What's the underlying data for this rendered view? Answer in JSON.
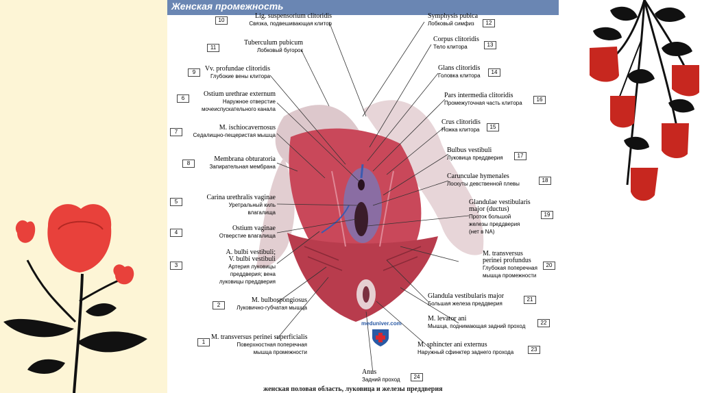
{
  "title": "Женская промежность",
  "caption": "женская половая область, луковица и железы преддверия",
  "watermark": "meduniver.com",
  "colors": {
    "header": "#6a86b3",
    "muscle": "#c9485a",
    "skin": "#e6cfd2",
    "flower": "#e8413b",
    "leaf": "#111111"
  },
  "labels_left": [
    {
      "num": "10",
      "lat": "Lig. suspensorium clitoridis",
      "ru": "Связка, подвешивающая клитор"
    },
    {
      "num": "11",
      "lat": "Tuberculum pubicum",
      "ru": "Лобковый бугорок"
    },
    {
      "num": "9",
      "lat": "Vv. profundae clitoridis",
      "ru": "Глубокие вены клитора"
    },
    {
      "num": "6",
      "lat": "Ostium urethrae externum",
      "ru": "Наружное отверстие",
      "ru2": "мочеиспускательного канала"
    },
    {
      "num": "7",
      "lat": "M. ischiocavernosus",
      "ru": "Седалищно-пещеристая мышца"
    },
    {
      "num": "8",
      "lat": "Membrana obturatoria",
      "ru": "Запирательная мембрана"
    },
    {
      "num": "5",
      "lat": "Carina urethralis vaginae",
      "ru": "Уретральный киль",
      "ru2": "влагалища"
    },
    {
      "num": "4",
      "lat": "Ostium vaginae",
      "ru": "Отверстие влагалища"
    },
    {
      "num": "3",
      "lat": "A. bulbi vestibuli;",
      "lat2": "V. bulbi vestibuli",
      "ru": "Артерия луковицы",
      "ru2": "преддверия; вена",
      "ru3": "луковицы преддверия"
    },
    {
      "num": "2",
      "lat": "M. bulbospongiosus",
      "ru": "Луковично-губчатая мышца"
    },
    {
      "num": "1",
      "lat": "M. transversus perinei superficialis",
      "ru": "Поверхностная поперечная",
      "ru2": "мышца промежности"
    }
  ],
  "labels_right": [
    {
      "num": "12",
      "lat": "Symphysis pubica",
      "ru": "Лобковый симфиз"
    },
    {
      "num": "13",
      "lat": "Corpus clitoridis",
      "ru": "Тело клитора"
    },
    {
      "num": "14",
      "lat": "Glans clitoridis",
      "ru": "Головка клитора"
    },
    {
      "num": "16",
      "lat": "Pars intermedia clitoridis",
      "ru": "Промежуточная часть клитора"
    },
    {
      "num": "15",
      "lat": "Crus clitoridis",
      "ru": "Ножка клитора"
    },
    {
      "num": "17",
      "lat": "Bulbus vestibuli",
      "ru": "Луковица преддверия"
    },
    {
      "num": "18",
      "lat": "Carunculae hymenales",
      "ru": "Лоскуты девственной плевы"
    },
    {
      "num": "19",
      "lat": "Glandulae vestibularis",
      "lat2": "major (ductus)",
      "ru": "Проток большой",
      "ru2": "железы преддверия",
      "ru3": "(нет в NA)"
    },
    {
      "num": "20",
      "lat": "M. transversus",
      "lat2": "perinei profundus",
      "ru": "Глубокая поперечная",
      "ru2": "мышца промежности"
    },
    {
      "num": "21",
      "lat": "Glandula vestibularis major",
      "ru": "Большая железа преддверия"
    },
    {
      "num": "22",
      "lat": "M. levator ani",
      "ru": "Мышца, поднимающая задний проход"
    },
    {
      "num": "23",
      "lat": "M. sphincter ani externus",
      "ru": "Наружный сфинктер заднего прохода"
    }
  ],
  "label_bottom": {
    "num": "24",
    "lat": "Anus",
    "ru": "Задний проход"
  }
}
